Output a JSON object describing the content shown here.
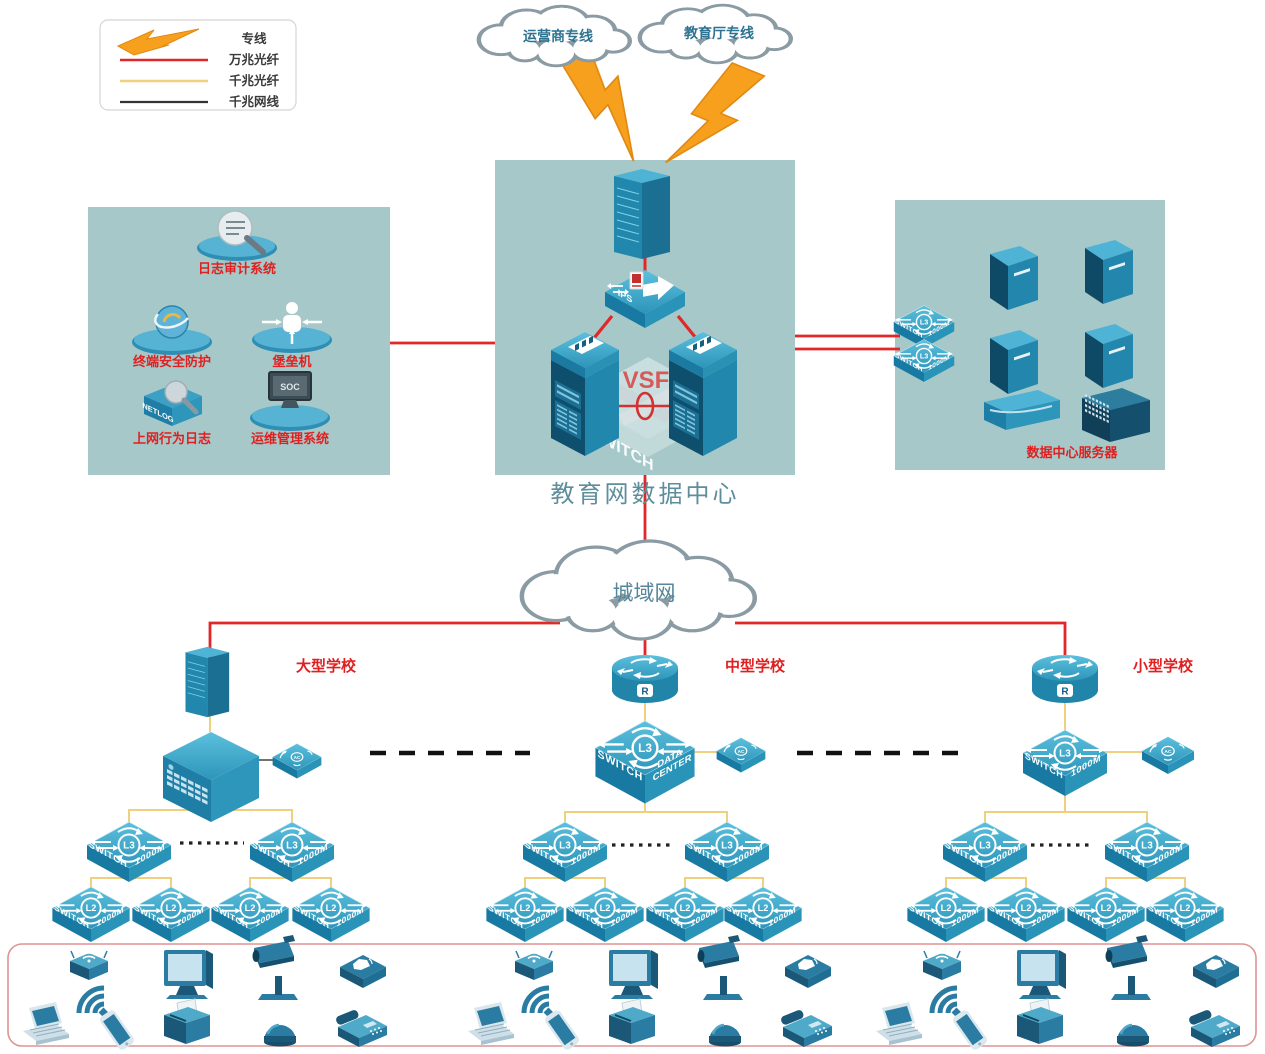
{
  "legend": {
    "items": [
      {
        "icon": "lightning",
        "label": "专线",
        "color": "#f7a01e"
      },
      {
        "icon": "red-line",
        "label": "万兆光纤",
        "color": "#e12727"
      },
      {
        "icon": "yellow-line",
        "label": "千兆光纤",
        "color": "#f0cf7f"
      },
      {
        "icon": "black-line",
        "label": "千兆网线",
        "color": "#333333"
      }
    ]
  },
  "clouds": {
    "isp": "运营商专线",
    "edu": "教育厅专线",
    "man": "城域网"
  },
  "data_center": {
    "label": "教育网数据中心",
    "vsf": "VSF",
    "ghost_switch": "SWITCH"
  },
  "security_panel": {
    "items": [
      {
        "label": "日志审计系统"
      },
      {
        "label": "终端安全防护"
      },
      {
        "label": "堡垒机"
      },
      {
        "label": "上网行为日志",
        "device_text": "NETLOG"
      },
      {
        "label": "运维管理系统",
        "screen_text": "SOC"
      }
    ]
  },
  "server_panel": {
    "label": "数据中心服务器"
  },
  "schools": [
    {
      "name": "大型学校"
    },
    {
      "name": "中型学校"
    },
    {
      "name": "小型学校"
    }
  ],
  "device_labels": {
    "switch": "SWITCH",
    "speed": "1000M",
    "l3": "L3",
    "l2": "L2",
    "ac": "AC",
    "router": "R",
    "ips": "IPS",
    "data": "DATA",
    "center": "CENTER"
  }
}
